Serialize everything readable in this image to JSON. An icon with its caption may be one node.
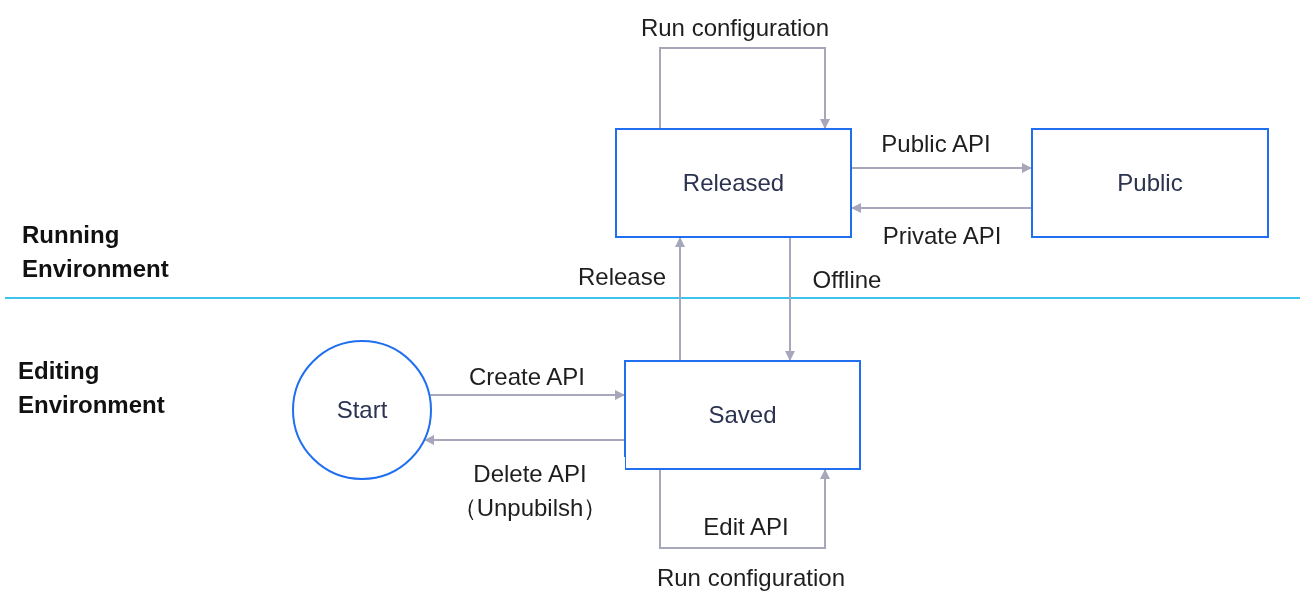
{
  "diagram": {
    "nodes": [
      {
        "text": [
          "Released"
        ]
      },
      {
        "text": [
          "Public"
        ]
      },
      {
        "text": [
          "Start"
        ]
      },
      {
        "text": [
          "Saved"
        ]
      }
    ],
    "edges": [
      {
        "from": 0,
        "to": 0,
        "arrow": "to",
        "label": "Run configuration"
      },
      {
        "from": 0,
        "to": 1,
        "arrow": "to",
        "label": "Public API"
      },
      {
        "from": 1,
        "to": 0,
        "arrow": "to",
        "label": "Private API"
      },
      {
        "from": 3,
        "to": 0,
        "arrow": "to",
        "label": "Release"
      },
      {
        "from": 0,
        "to": 3,
        "arrow": "to",
        "label": "Offline"
      },
      {
        "from": 2,
        "to": 3,
        "arrow": "to",
        "label": "Create API"
      },
      {
        "from": 3,
        "to": 2,
        "arrow": "to",
        "label": "Delete API （Unpubilsh）"
      },
      {
        "from": 3,
        "to": 3,
        "arrow": "to",
        "label": "Edit API"
      }
    ],
    "labels": [
      "Running Environment",
      "Editing Environment",
      "Run configuration"
    ]
  }
}
